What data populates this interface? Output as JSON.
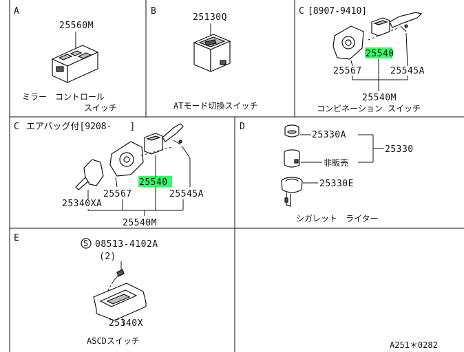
{
  "sections": {
    "A": {
      "letter": "A",
      "part": "25560M",
      "caption_line1": "ミラー　コントロール",
      "caption_line2": "スイッチ"
    },
    "B": {
      "letter": "B",
      "part": "25130Q",
      "caption": "ATモード切換スイッチ"
    },
    "C1": {
      "letter": "C",
      "header": "[8907-9410]",
      "part_highlight": "25540",
      "part_left": "25567",
      "part_right": "25545A",
      "part_assembly": "25540M",
      "caption": "コンビネーション スイッチ"
    },
    "C2": {
      "letter": "C",
      "header": "エアバッグ付[9208-　　]",
      "part_highlight": "25540",
      "part_left": "25567",
      "part_right": "25545A",
      "part_lever": "25340XA",
      "part_assembly": "25540M"
    },
    "D": {
      "letter": "D",
      "part_top": "25330A",
      "part_group": "25330",
      "not_sold": "非販売",
      "part_bottom": "25330E",
      "caption": "シガレット　ライター"
    },
    "E": {
      "letter": "E",
      "screw_symbol": "S",
      "screw_part": "08513-4102A",
      "screw_qty": "(2)",
      "part": "25340X",
      "caption": "ASCDスイッチ"
    }
  },
  "footer": {
    "code": "A251＊0282"
  },
  "colors": {
    "highlight": "#33ff66",
    "ink": "#111111",
    "background": "#ffffff"
  }
}
